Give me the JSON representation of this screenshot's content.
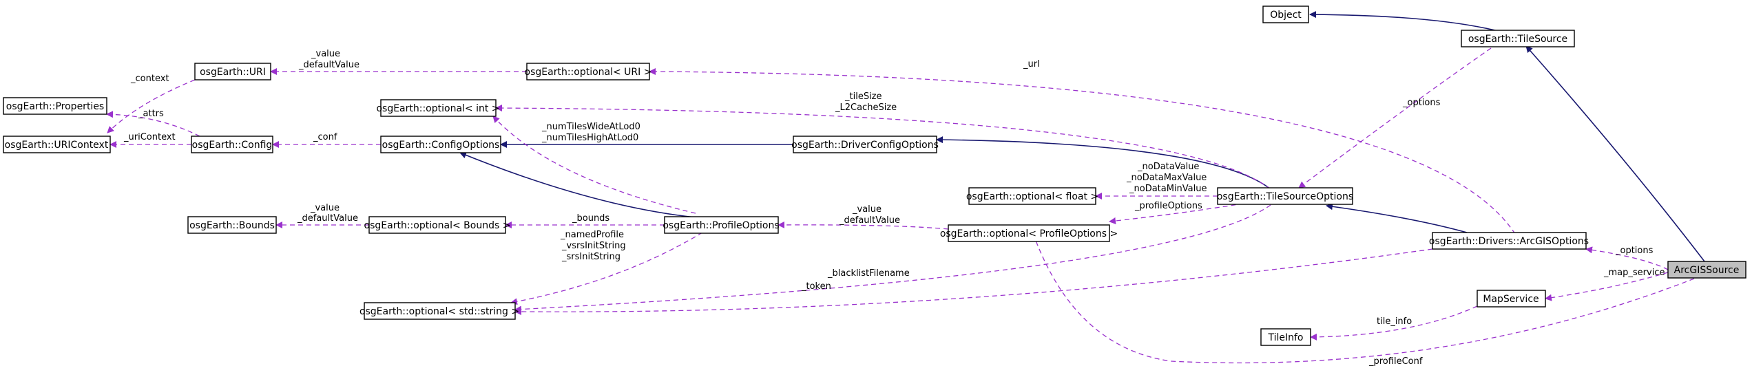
{
  "nodes": {
    "object": "Object",
    "tilesource": "osgEarth::TileSource",
    "uri": "osgEarth::URI",
    "optional_uri": "osgEarth::optional< URI >",
    "properties": "osgEarth::Properties",
    "uricontext": "osgEarth::URIContext",
    "config": "osgEarth::Config",
    "optional_int": "osgEarth::optional< int >",
    "configoptions": "osgEarth::ConfigOptions",
    "driverconfigoptions": "osgEarth::DriverConfigOptions",
    "tilesourceoptions": "osgEarth::TileSourceOptions",
    "optional_float": "osgEarth::optional< float >",
    "bounds": "osgEarth::Bounds",
    "optional_bounds": "osgEarth::optional< Bounds >",
    "profileoptions": "osgEarth::ProfileOptions",
    "optional_profileoptions": "osgEarth::optional< ProfileOptions >",
    "arcgisoptions": "osgEarth::Drivers::ArcGISOptions",
    "arcgissource": "ArcGISSource",
    "optional_string": "osgEarth::optional< std::string >",
    "mapservice": "MapService",
    "tileinfo": "TileInfo"
  },
  "edge_labels": {
    "context": "_context",
    "uri_value": "_value",
    "uri_default": "_defaultValue",
    "url": "_url",
    "attrs": "_attrs",
    "uricontext": "_uriContext",
    "conf": "_conf",
    "tilesize": "_tileSize",
    "l2cachesize": "_L2CacheSize",
    "numtileswide": "_numTilesWideAtLod0",
    "numtileshigh": "_numTilesHighAtLod0",
    "options_ts": "_options",
    "nodatavalue": "_noDataValue",
    "nodatamax": "_noDataMaxValue",
    "nodatamin": "_noDataMinValue",
    "profileoptions": "_profileOptions",
    "bounds_value": "_value",
    "bounds_default": "_defaultValue",
    "bounds": "_bounds",
    "po_value": "_value",
    "po_default": "_defaultValue",
    "namedprofile": "_namedProfile",
    "vsrsinit": "_vsrsInitString",
    "srsinit": "_srsInitString",
    "blacklist": "_blacklistFilename",
    "token": "_token",
    "options_arc": "_options",
    "map_service": "_map_service",
    "tile_info": "tile_info",
    "profileconf": "_profileConf"
  },
  "colors": {
    "inheritance": "#191970",
    "usage": "#9a32cd",
    "highlight_fill": "#bfbfbf"
  }
}
